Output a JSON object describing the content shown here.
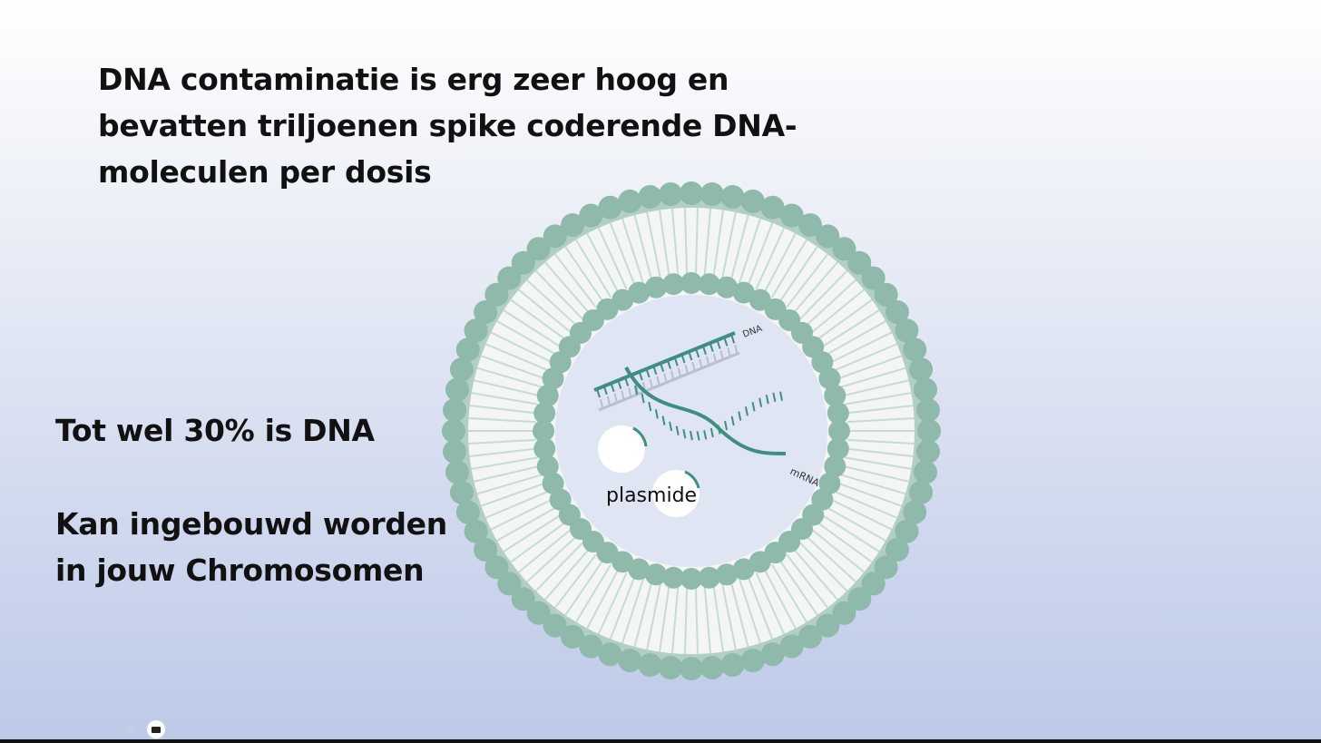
{
  "slide": {
    "title": "DNA contaminatie is erg zeer hoog en bevatten triljoenen spike coderende DNA-moleculen per dosis",
    "title_lines": [
      "DNA contaminatie is erg zeer hoog en",
      "bevatten triljoenen spike coderende DNA-",
      "moleculen per dosis"
    ],
    "point1": "Tot wel 30% is DNA",
    "point2_lines": [
      "Kan ingebouwd worden",
      "in jouw Chromosomen"
    ],
    "diagram": {
      "dna_label": "DNA",
      "mrna_label": "mRNA",
      "plasmid_label": "plasmide"
    },
    "colors": {
      "membrane": "#8fb9aa",
      "strand": "#3f8f80"
    }
  },
  "controls": {
    "prev": "‹",
    "next": "›",
    "menu": "≡"
  }
}
